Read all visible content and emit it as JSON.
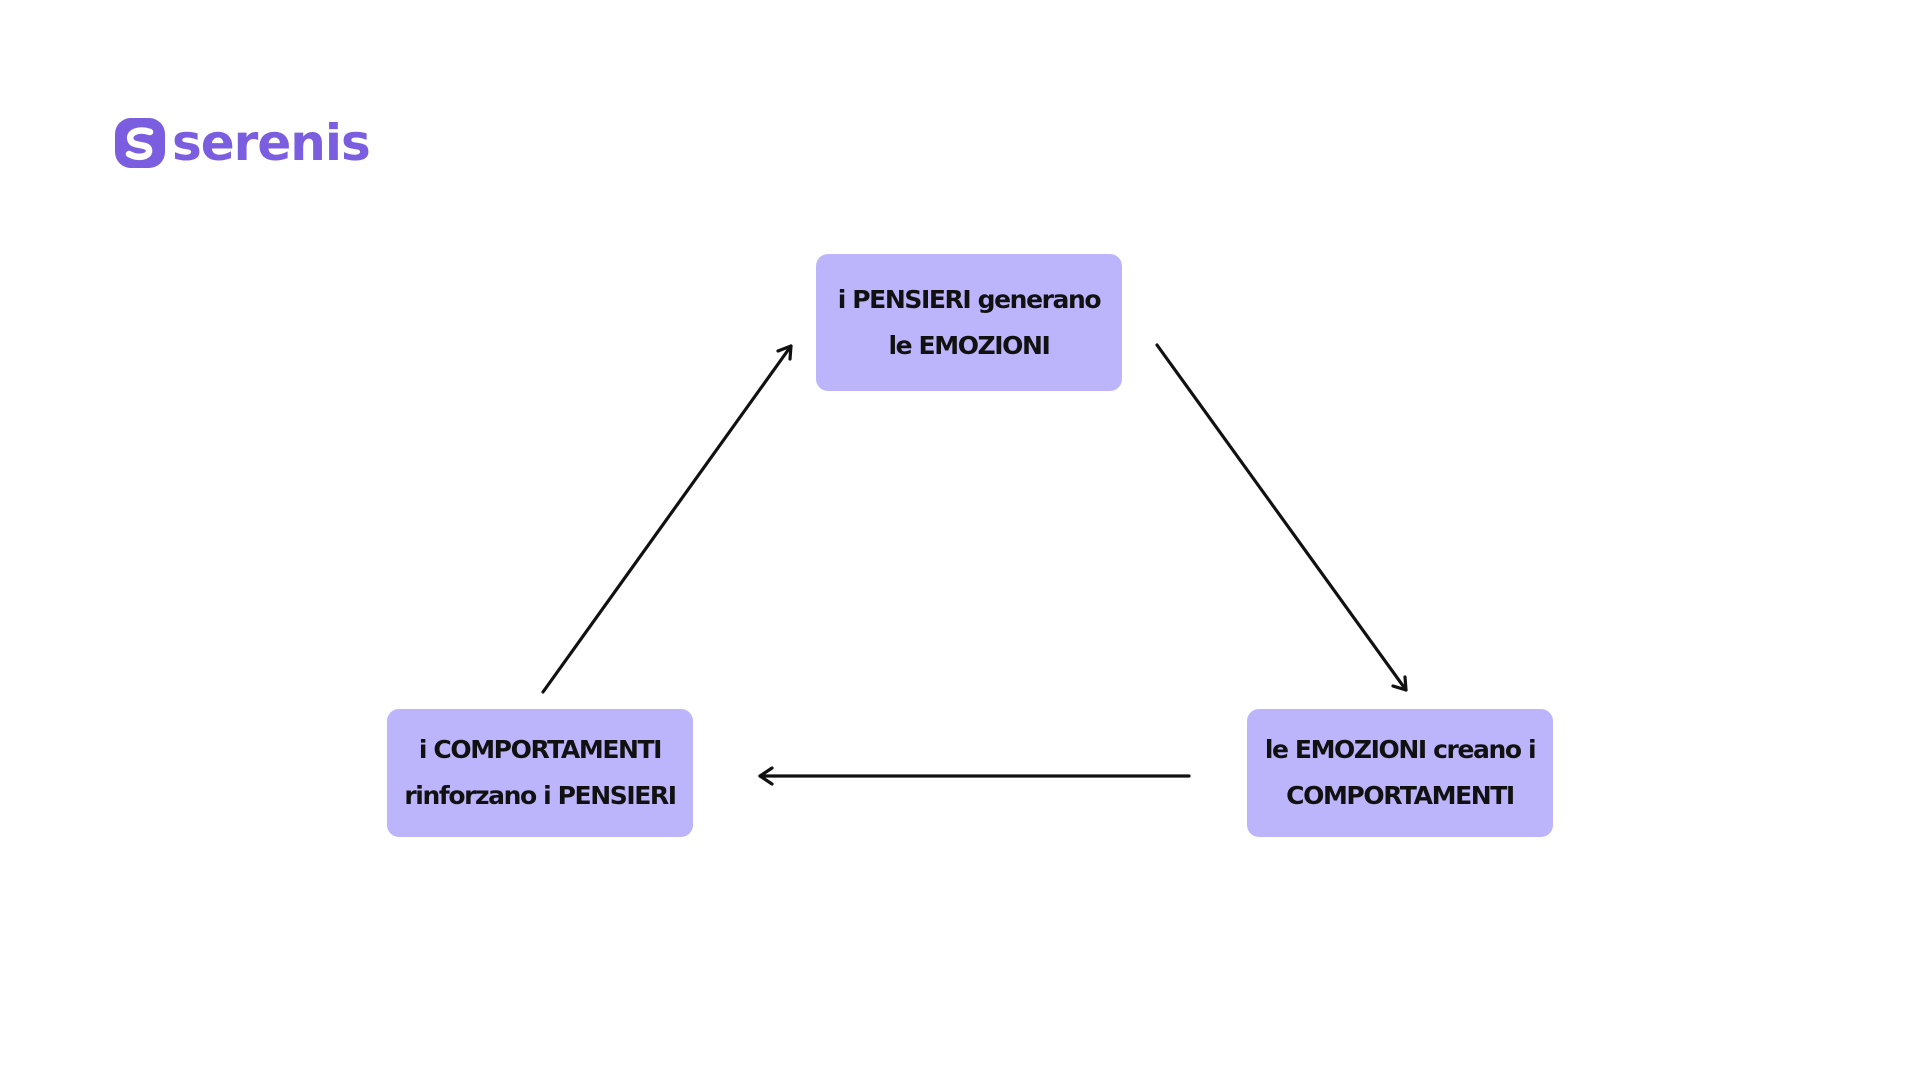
{
  "brand": {
    "name": "serenis",
    "color": "#7B5EE0",
    "icon": "serenis-logo-icon"
  },
  "diagram": {
    "node_color": "#BDB5FB",
    "arrow_color": "#111111",
    "nodes": {
      "thoughts": "i PENSIERI generano\nle EMOZIONI",
      "emotions": "le EMOZIONI creano i\nCOMPORTAMENTI",
      "behaviors": "i COMPORTAMENTI\nrinforzano i PENSIERI"
    },
    "cycle": [
      "thoughts",
      "emotions",
      "behaviors",
      "thoughts"
    ]
  }
}
